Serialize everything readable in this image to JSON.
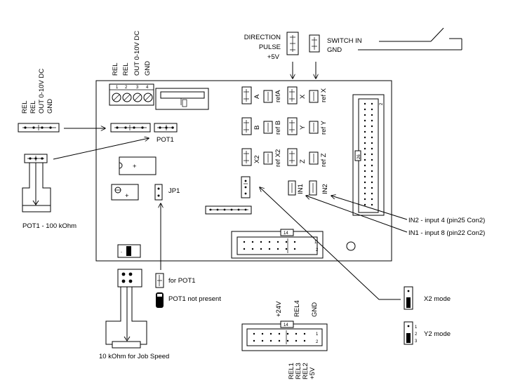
{
  "top_signals": {
    "direction": "DIRECTION",
    "pulse": "PULSE",
    "plus5v": "+5V"
  },
  "switch_labels": {
    "switch_in": "SWITCH IN",
    "gnd": "GND"
  },
  "board_top_labels": {
    "rel1": "REL",
    "rel2": "REL",
    "out": "OUT 0-10V DC",
    "gnd": "GND"
  },
  "terminal_numbers": [
    "1",
    "2",
    "3",
    "4"
  ],
  "left_labels": {
    "rel1": "REL",
    "rel2": "REL",
    "out": "OUT 0-10V DC",
    "gnd": "GND"
  },
  "pot1_label": "POT1",
  "pot1_resistor": "POT1 - 100 kOhm",
  "jp1_label": "JP1",
  "axis_labels": [
    "A",
    "B",
    "X2",
    "X",
    "Y",
    "Z"
  ],
  "ref_labels": [
    "refA",
    "ref B",
    "ref X2",
    "ref X",
    "ref Y",
    "ref Z"
  ],
  "in_labels": [
    "IN1",
    "IN2"
  ],
  "con2_numbers": {
    "top": "2",
    "mid": "26"
  },
  "inputs": [
    "IN2 - input 4 (pin25 Con2)",
    "IN1 - input 8 (pin22 Con2)"
  ],
  "header_14": {
    "label": "14",
    "pin1": "1",
    "pin2": "2"
  },
  "header_bottom": {
    "label": "14",
    "pin1": "1",
    "pin2": "2"
  },
  "jumper_for_pot1": "for  POT1",
  "jumper_not_present": "POT1 not present",
  "job_speed": "10 kOhm for Job Speed",
  "x2_mode": "X2 mode",
  "y2_mode": "Y2 mode",
  "bottom_top_labels": [
    "+24V",
    "REL4",
    "GND"
  ],
  "bottom_bottom_labels": [
    "REL1",
    "REL3",
    "REL2",
    "+5V"
  ]
}
